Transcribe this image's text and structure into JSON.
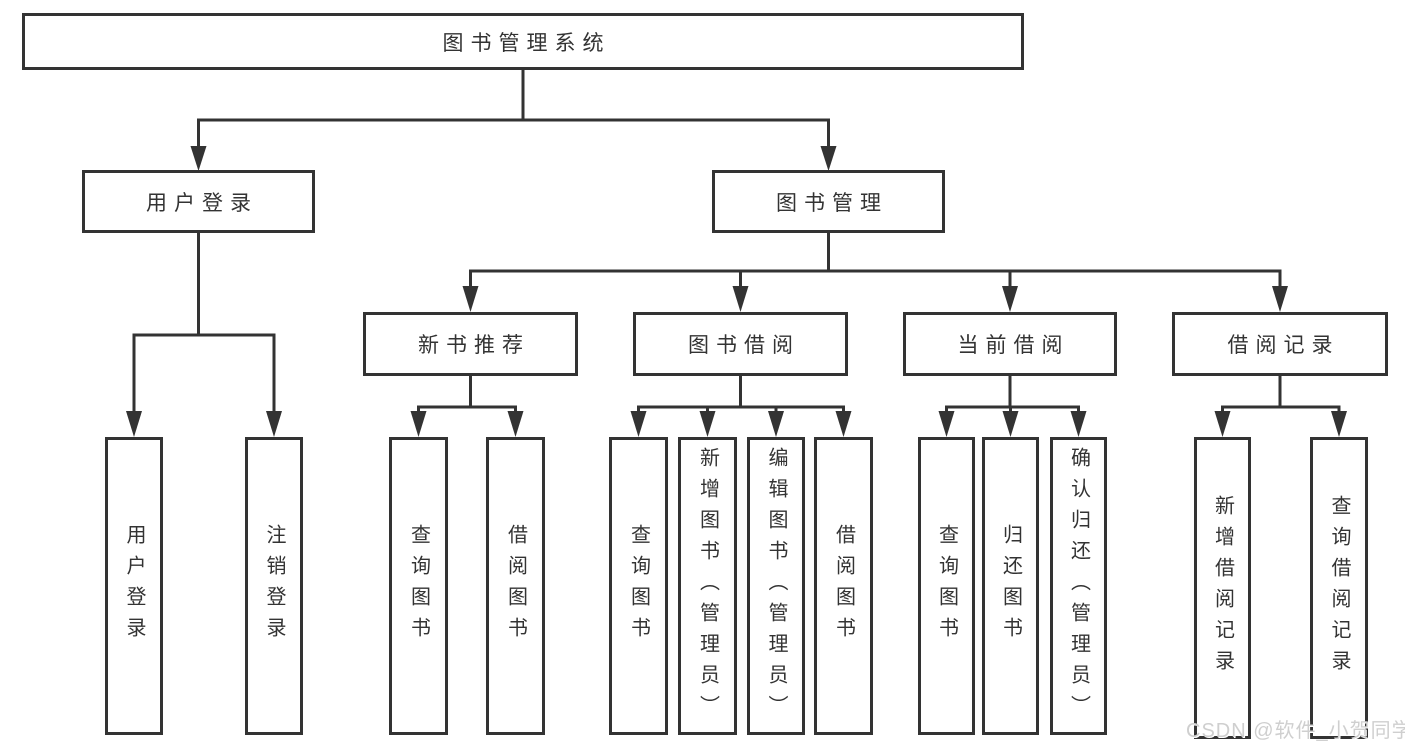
{
  "tree": {
    "label": "图书管理系统",
    "children": [
      {
        "label": "用户登录",
        "children": [
          {
            "label": "用户登录"
          },
          {
            "label": "注销登录"
          }
        ]
      },
      {
        "label": "图书管理",
        "children": [
          {
            "label": "新书推荐",
            "children": [
              {
                "label": "查询图书"
              },
              {
                "label": "借阅图书"
              }
            ]
          },
          {
            "label": "图书借阅",
            "children": [
              {
                "label": "查询图书"
              },
              {
                "label": "新增图书（管理员）"
              },
              {
                "label": "编辑图书（管理员）"
              },
              {
                "label": "借阅图书"
              }
            ]
          },
          {
            "label": "当前借阅",
            "children": [
              {
                "label": "查询图书"
              },
              {
                "label": "归还图书"
              },
              {
                "label": "确认归还（管理员）"
              }
            ]
          },
          {
            "label": "借阅记录",
            "children": [
              {
                "label": "新增借阅记录"
              },
              {
                "label": "查询借阅记录"
              }
            ]
          }
        ]
      }
    ]
  },
  "watermark": {
    "text": "CSDN @软件_小贺同学"
  },
  "colors": {
    "line": "#333333",
    "box_border": "#333333",
    "text": "#333333",
    "watermark": "#cfcfcf",
    "background": "#ffffff"
  }
}
